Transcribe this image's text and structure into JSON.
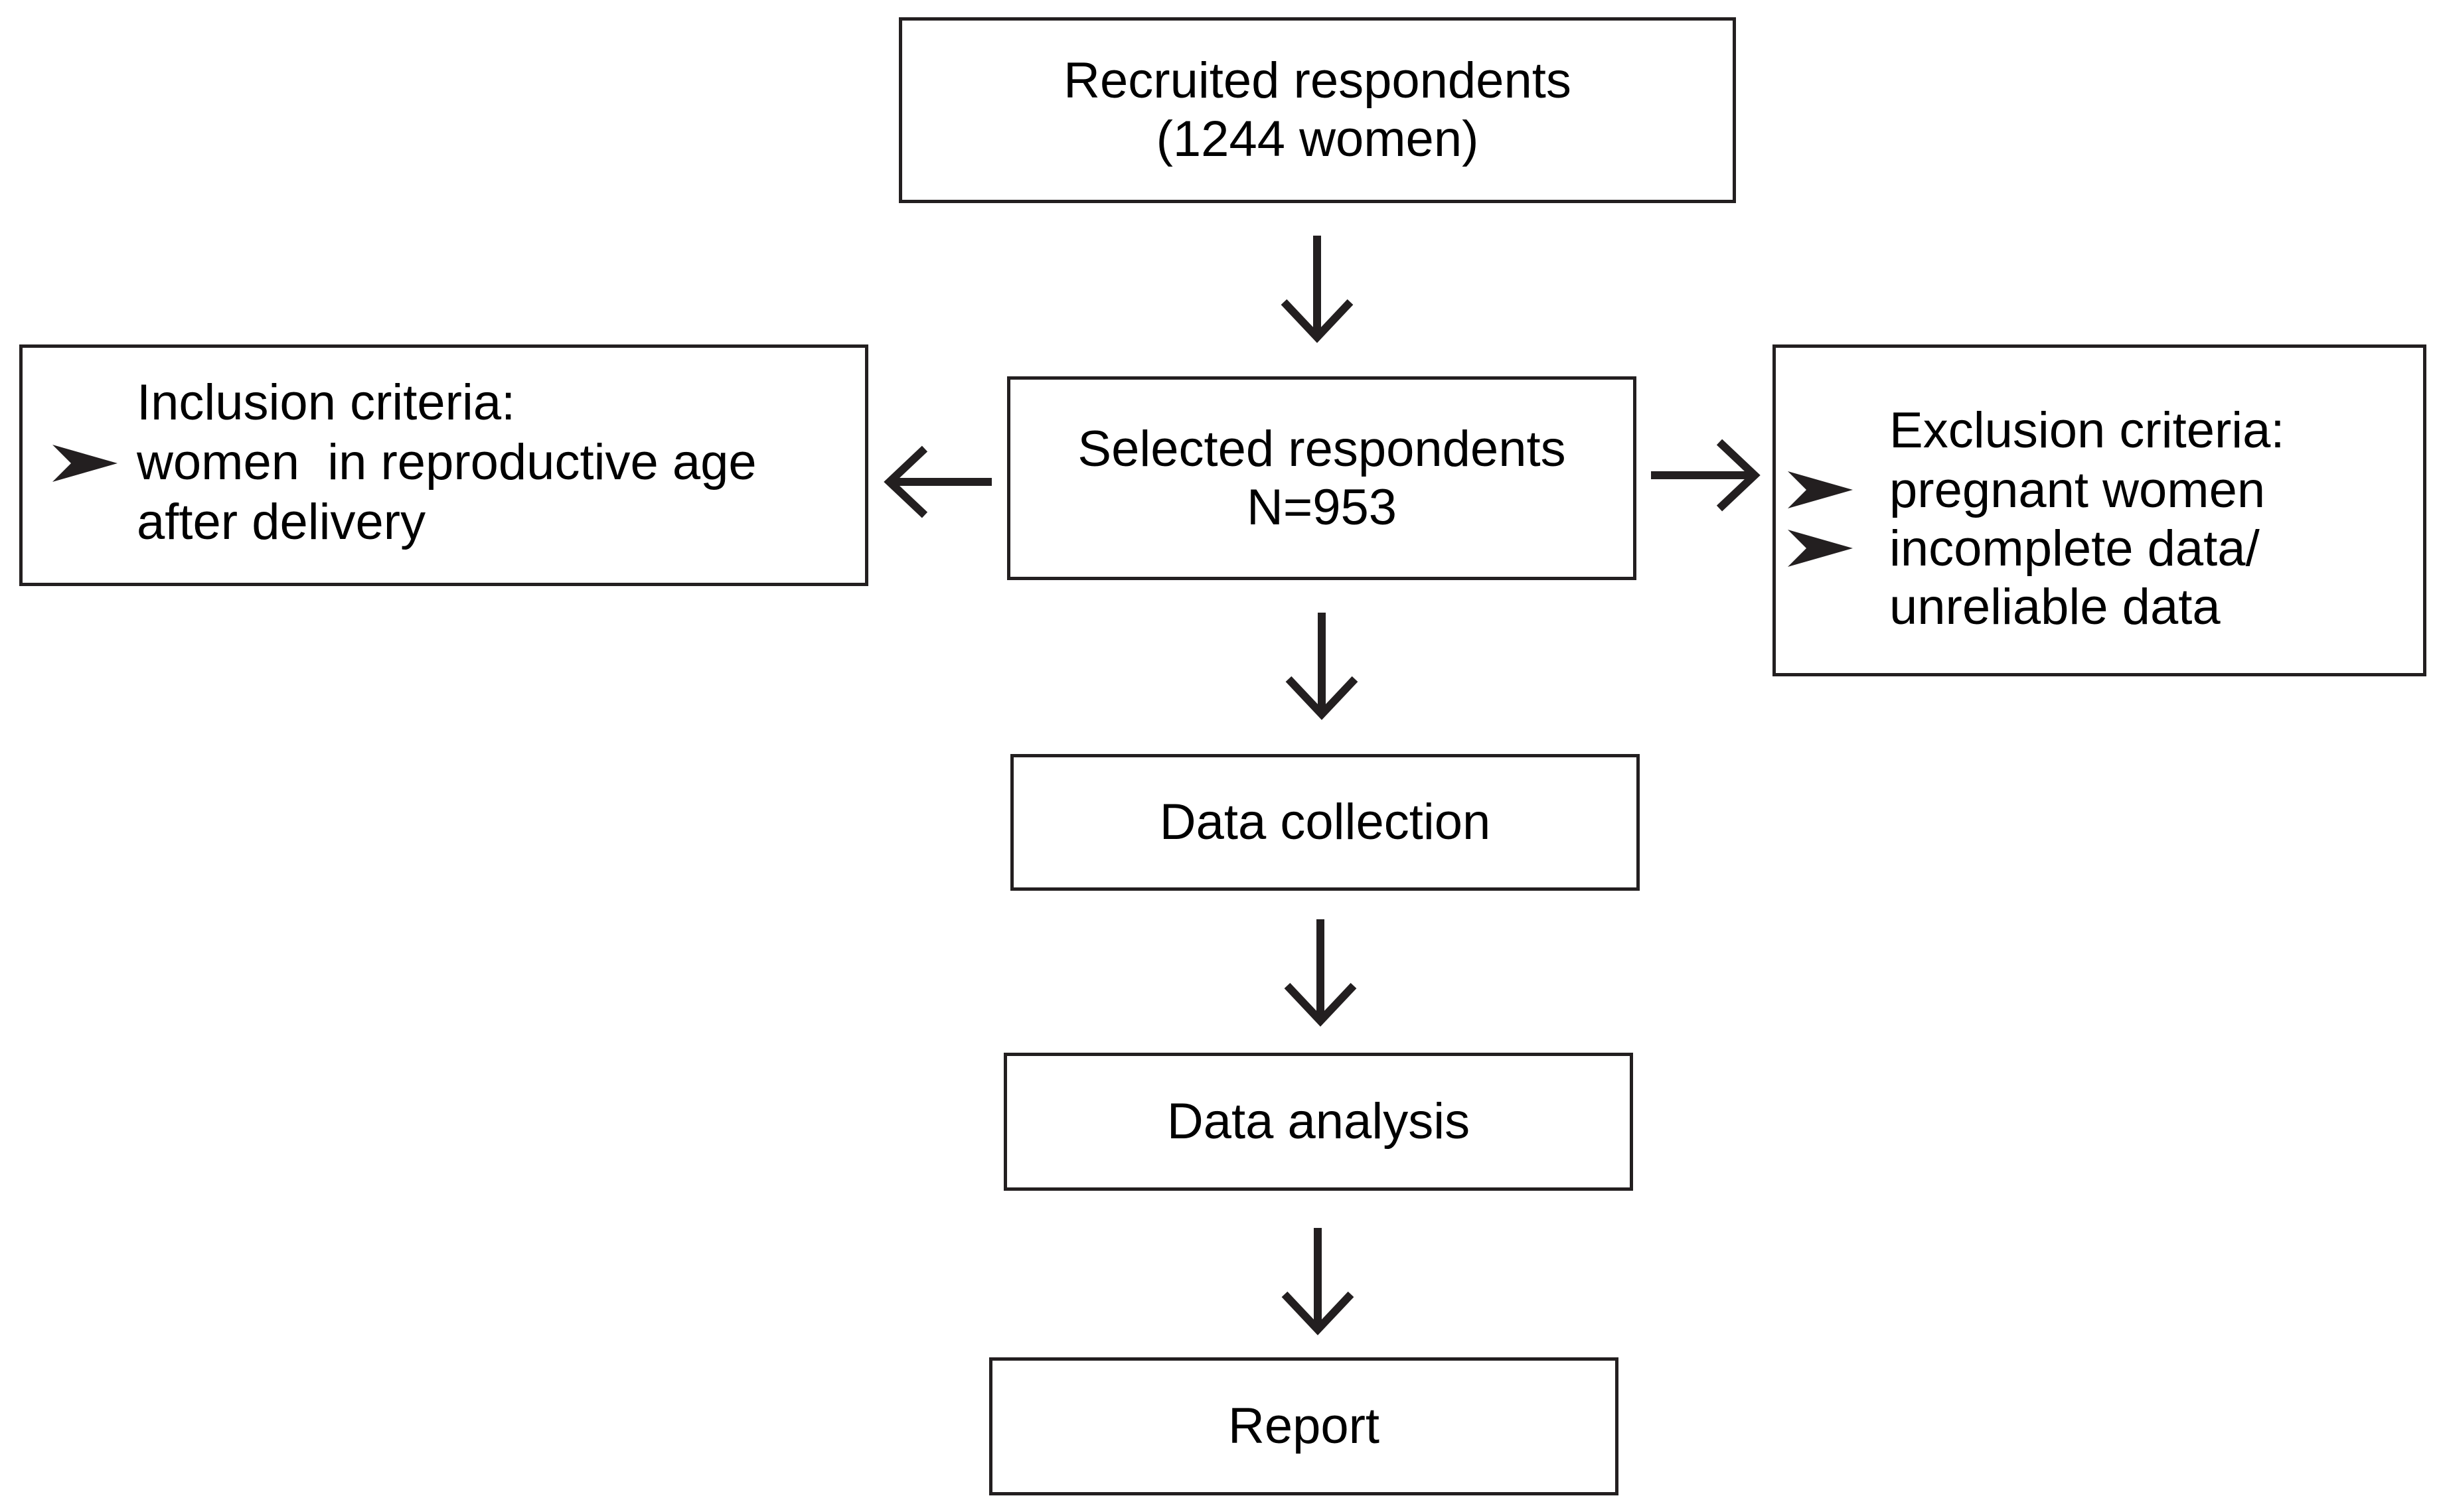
{
  "diagram": {
    "recruited": {
      "title": "Recruited respondents",
      "count": "(1244 women)"
    },
    "selected": {
      "title": "Selected respondents",
      "count": "N=953"
    },
    "inclusion": {
      "heading": "Inclusion criteria:",
      "items": [
        "women  in reproductive age",
        "after delivery"
      ]
    },
    "exclusion": {
      "heading": "Exclusion criteria:",
      "items": [
        "pregnant women",
        "incomplete data/",
        "unreliable data"
      ]
    },
    "steps": {
      "collection": "Data collection",
      "analysis": "Data analysis",
      "report": "Report"
    },
    "colors": {
      "stroke": "#231f20",
      "text": "#000000",
      "background": "#ffffff"
    },
    "icons": {
      "bullet": "arrowhead-bullet-icon",
      "connector": "arrow-icon"
    }
  }
}
